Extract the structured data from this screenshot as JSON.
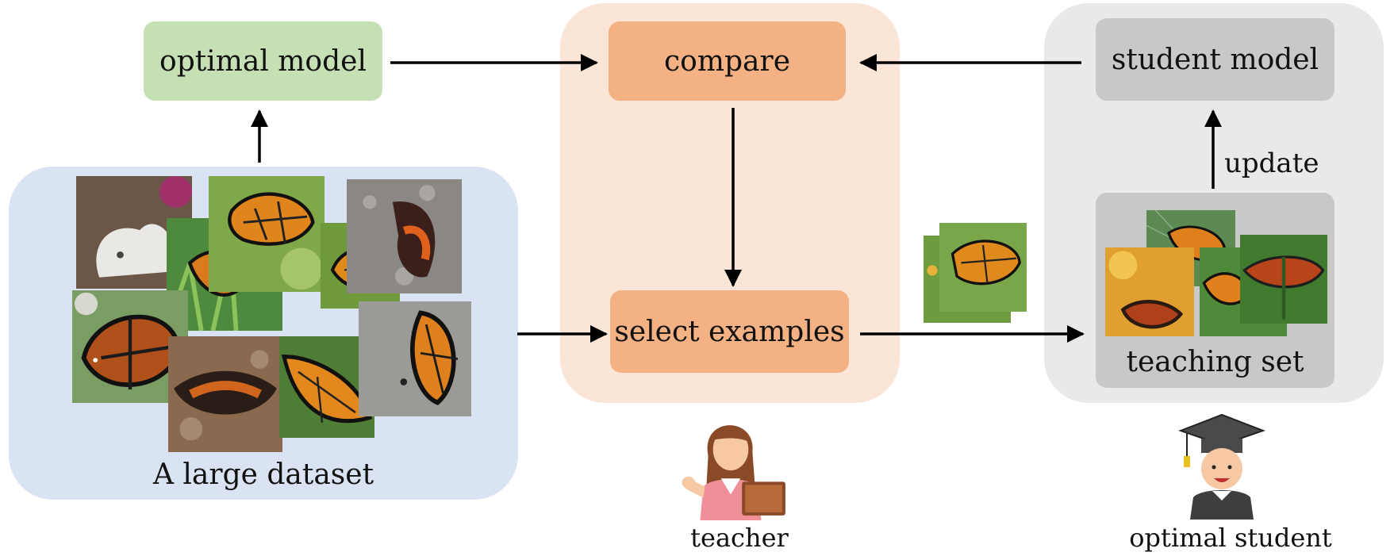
{
  "nodes": {
    "optimal_model": "optimal model",
    "compare": "compare",
    "select_examples": "select examples",
    "student_model": "student model",
    "teaching_set": "teaching set",
    "dataset": "A large dataset"
  },
  "edge_labels": {
    "update": "update"
  },
  "actors": {
    "teacher": "teacher",
    "student": "optimal student"
  },
  "colors": {
    "dataset_region": "#dae3f3",
    "teacher_region": "#fbe5d6",
    "student_region": "#e9e9e9",
    "optimal_model_box": "#c5e0b4",
    "teacher_box": "#f4b183",
    "student_box": "#c8c8c8",
    "arrow": "#000000"
  },
  "icons": {
    "dataset_photos": "butterfly-photo",
    "teacher": "teacher-with-book-icon",
    "student": "graduate-student-icon"
  }
}
